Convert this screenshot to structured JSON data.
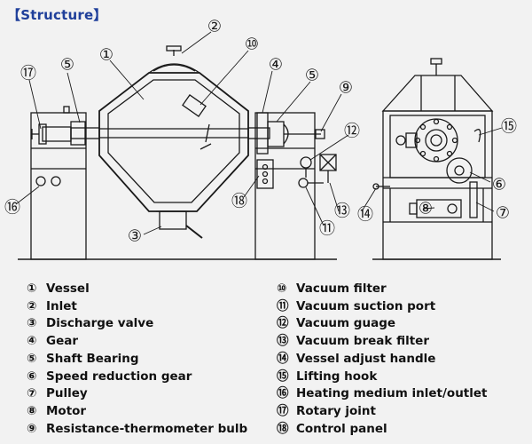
{
  "title": "【Structure】",
  "callout_numbers": [
    "①",
    "②",
    "③",
    "④",
    "⑤",
    "⑥",
    "⑦",
    "⑧",
    "⑨",
    "⑩",
    "⑪",
    "⑫",
    "⑬",
    "⑭",
    "⑮",
    "⑯",
    "⑰",
    "⑱"
  ],
  "legend_left": [
    {
      "num": "①",
      "text": "Vessel"
    },
    {
      "num": "②",
      "text": "Inlet"
    },
    {
      "num": "③",
      "text": "Discharge valve"
    },
    {
      "num": "④",
      "text": "Gear"
    },
    {
      "num": "⑤",
      "text": "Shaft Bearing"
    },
    {
      "num": "⑥",
      "text": "Speed reduction gear"
    },
    {
      "num": "⑦",
      "text": "Pulley"
    },
    {
      "num": "⑧",
      "text": "Motor"
    },
    {
      "num": "⑨",
      "text": "Resistance-thermometer bulb"
    }
  ],
  "legend_right": [
    {
      "num": "⑩",
      "text": "Vacuum filter"
    },
    {
      "num": "⑪",
      "text": "Vacuum suction port"
    },
    {
      "num": "⑫",
      "text": "Vacuum guage"
    },
    {
      "num": "⑬",
      "text": "Vacuum break filter"
    },
    {
      "num": "⑭",
      "text": "Vessel adjust handle"
    },
    {
      "num": "⑮",
      "text": "Lifting hook"
    },
    {
      "num": "⑯",
      "text": "Heating medium inlet/outlet"
    },
    {
      "num": "⑰",
      "text": "Rotary joint"
    },
    {
      "num": "⑱",
      "text": "Control panel"
    }
  ],
  "colors": {
    "ink": "#1a1a1a",
    "title": "#1f3f9a",
    "background": "#f2f2f2"
  }
}
